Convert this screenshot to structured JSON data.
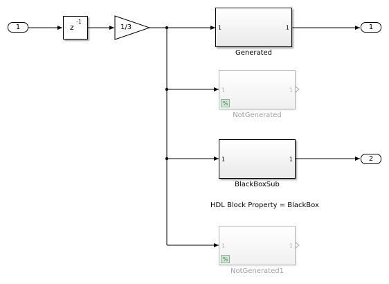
{
  "inports": [
    {
      "label": "1"
    }
  ],
  "outports": [
    {
      "label": "1"
    },
    {
      "label": "2"
    }
  ],
  "delay": {
    "exponent": "-1",
    "base": "z"
  },
  "gain": {
    "value": "1/3"
  },
  "subsystems": [
    {
      "label": "Generated",
      "in_port": "1",
      "out_port": "1"
    },
    {
      "label": "NotGenerated",
      "in_port": "1",
      "out_port": "1"
    },
    {
      "label": "BlackBoxSub",
      "in_port": "1",
      "out_port": "1"
    },
    {
      "label": "NotGenerated1",
      "in_port": "1",
      "out_port": "1"
    }
  ],
  "annotation": "HDL Block Property = BlackBox",
  "variant_badge": "%",
  "colors": {
    "line": "#000000",
    "dimmed": "#a0a0a0",
    "badge": "#cfe8d4"
  }
}
